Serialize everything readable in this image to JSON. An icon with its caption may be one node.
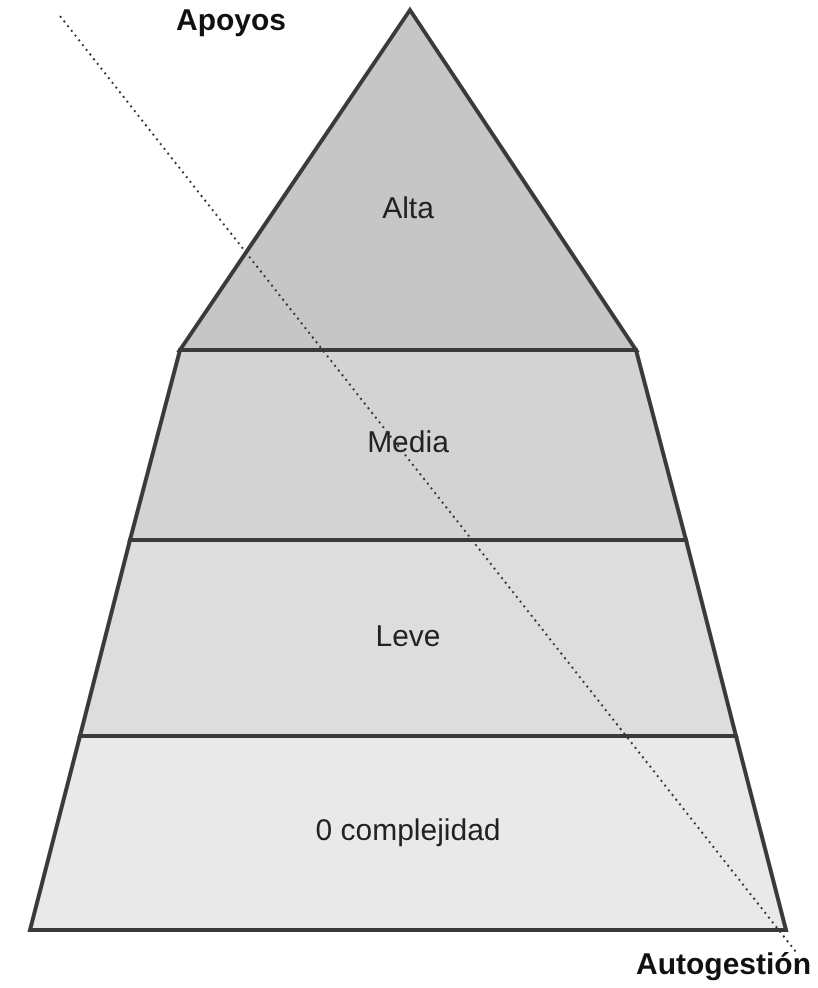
{
  "diagram": {
    "nodes": [
      {
        "text": [
          "Alta"
        ]
      },
      {
        "text": [
          "Media"
        ]
      },
      {
        "text": [
          "Leve"
        ]
      },
      {
        "text": [
          "0 complejidad"
        ]
      }
    ],
    "labels": [
      "Apoyos",
      "Autogestión"
    ]
  }
}
